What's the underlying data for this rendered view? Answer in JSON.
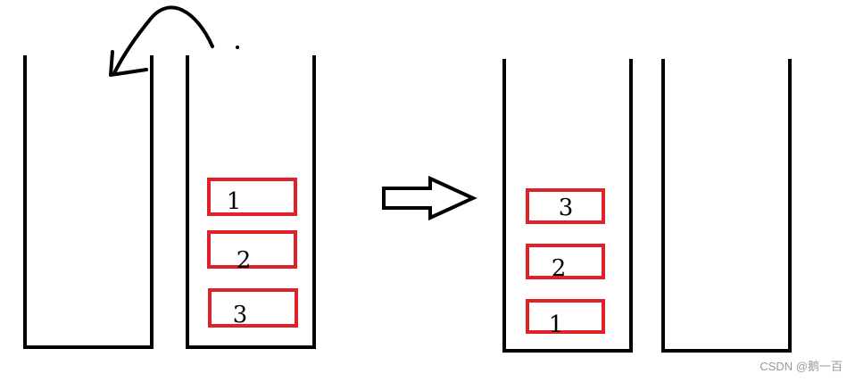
{
  "colors": {
    "stroke": "#000000",
    "box": "#e0212a",
    "watermark": "#9a9a9a"
  },
  "left_state": {
    "right_stack": {
      "items": [
        "1",
        "2",
        "3"
      ]
    }
  },
  "right_state": {
    "left_stack": {
      "items": [
        "3",
        "2",
        "1"
      ]
    }
  },
  "watermark": "CSDN @鹅一百"
}
